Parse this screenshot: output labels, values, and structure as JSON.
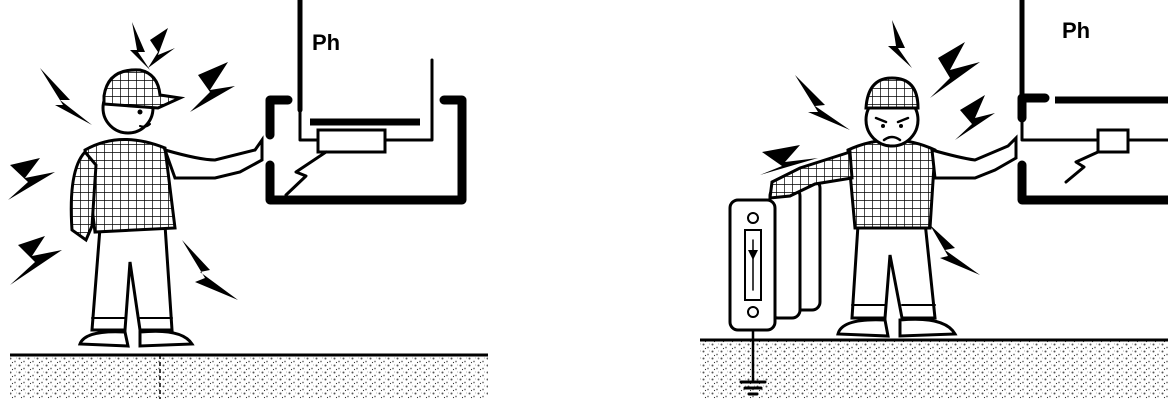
{
  "panels": [
    {
      "id": "left",
      "phase_label": "Ph"
    },
    {
      "id": "right",
      "phase_label": "Ph"
    }
  ],
  "colors": {
    "ink": "#000000",
    "paper": "#ffffff",
    "ground_speckle": "#8a8a8a"
  }
}
